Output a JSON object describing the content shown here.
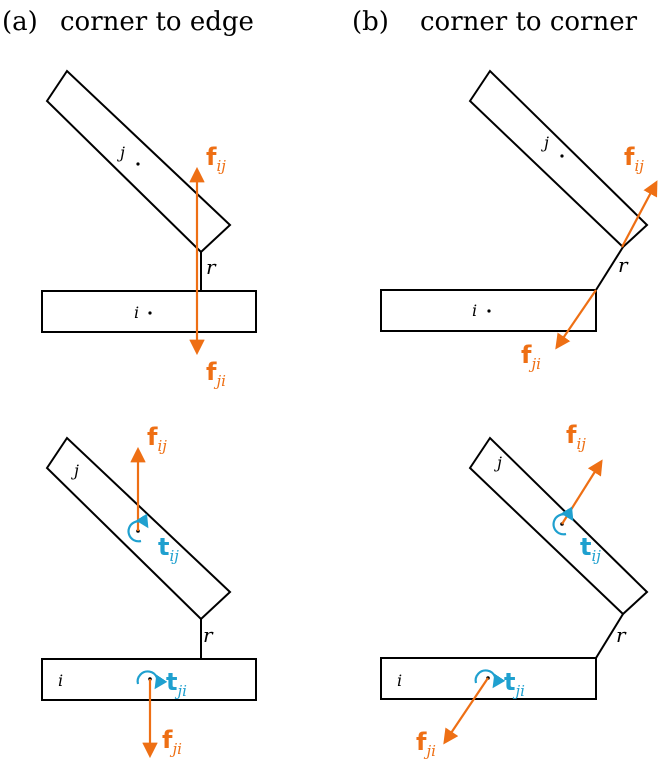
{
  "panels": {
    "a": {
      "letter": "(a)",
      "title": "corner to edge"
    },
    "b": {
      "letter": "(b)",
      "title": "corner to corner"
    }
  },
  "labels": {
    "body_i": "i",
    "body_j": "j",
    "contact": "r",
    "force_symbol": "f",
    "torque_symbol": "t",
    "sub_ij": "ij",
    "sub_ji": "ji"
  },
  "colors": {
    "force": "#ee6f14",
    "torque": "#1fa0cf",
    "outline": "#000000"
  }
}
